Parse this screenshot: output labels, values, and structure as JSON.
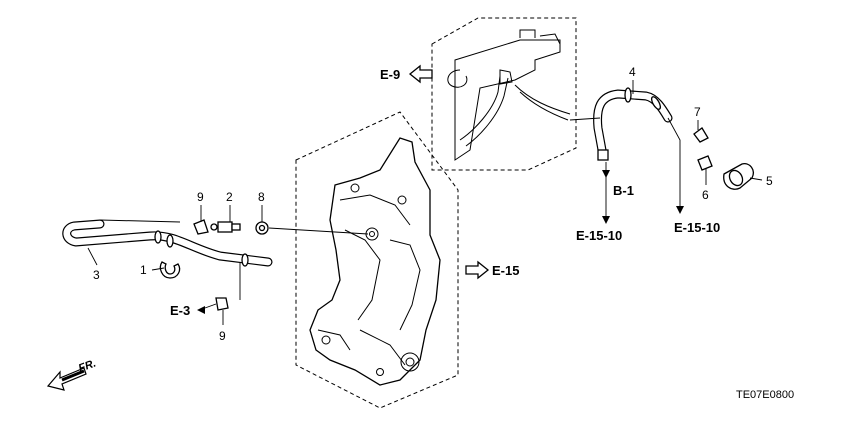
{
  "callouts": {
    "p1": "1",
    "p2": "2",
    "p3": "3",
    "p4": "4",
    "p5": "5",
    "p6": "6",
    "p7": "7",
    "p8": "8",
    "p9_top": "9",
    "p9_bottom": "9"
  },
  "references": {
    "e9": "E-9",
    "e15": "E-15",
    "e3": "E-3",
    "b1": "B-1",
    "e15_10_left": "E-15-10",
    "e15_10_right": "E-15-10"
  },
  "direction_label": "FR.",
  "diagram_code": "TE07E0800",
  "icons": [
    "hollow-arrow-icon",
    "solid-arrow-icon",
    "front-direction-arrow-icon"
  ]
}
